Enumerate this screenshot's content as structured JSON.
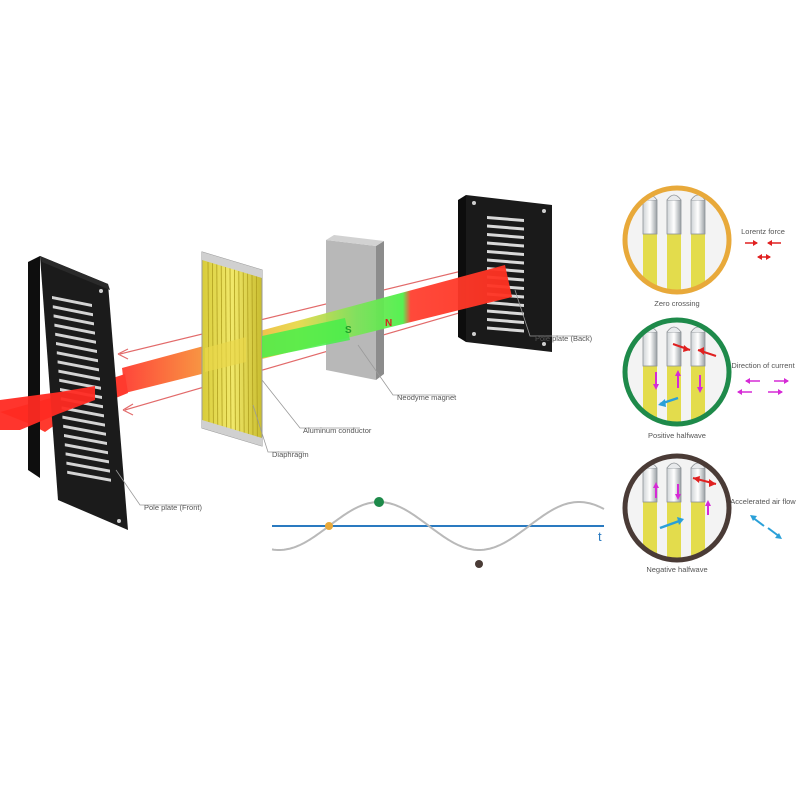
{
  "labels": {
    "pole_plate_front": "Pole plate (Front)",
    "diaphragm": "Diaphragm",
    "aluminum_conductor": "Aluminum conductor",
    "neodyme_magnet": "Neodyme magnet",
    "pole_plate_back": "Pole plate (Back)"
  },
  "poles": {
    "south": "S",
    "north": "N"
  },
  "legend": {
    "lorentz_force": "Lorentz force",
    "direction_of_current": "Direction of current",
    "accelerated_air_flow": "Accelerated air flow"
  },
  "phases": {
    "zero_crossing": "Zero crossing",
    "positive_halfwave": "Positive halfwave",
    "negative_halfwave": "Negative halfwave"
  },
  "axis": {
    "t_label": "t"
  },
  "colors": {
    "zero_crossing": "#e8a93a",
    "positive_halfwave": "#1e8a4a",
    "negative_halfwave": "#4a3b36",
    "lorentz_force": "#e02020",
    "current": "#d62ad6",
    "air_flow": "#2aa0d8",
    "axis": "#2a7ac0"
  }
}
